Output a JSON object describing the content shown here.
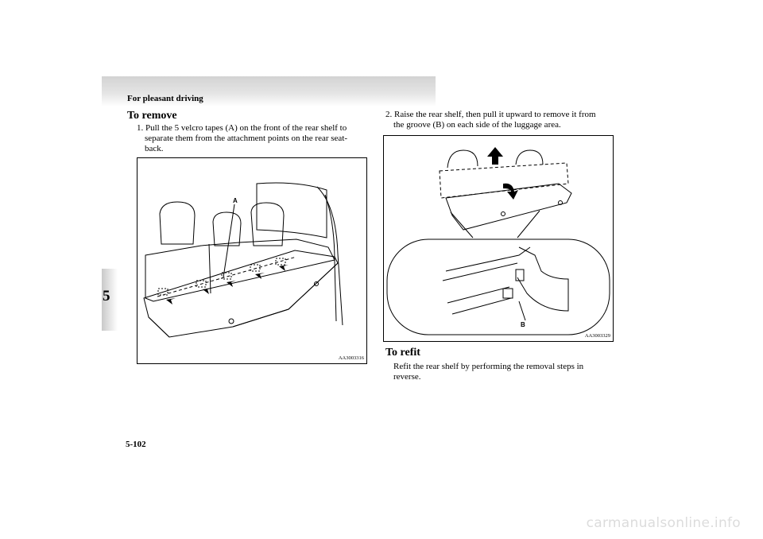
{
  "header": {
    "title": "For pleasant driving"
  },
  "chapter_tab": {
    "number": "5"
  },
  "left_column": {
    "heading": "To remove",
    "step1": {
      "line1": "1. Pull the 5 velcro tapes (A) on the front of the rear shelf to",
      "line2": "separate them from the attachment points on the rear seat-",
      "line3": "back."
    },
    "figure1": {
      "code": "AA3003316",
      "callout_a": "A"
    }
  },
  "right_column": {
    "step2": {
      "line1": "2. Raise the rear shelf, then pull it upward to remove it from",
      "line2": "the groove (B) on each side of the luggage area."
    },
    "figure2": {
      "code": "AA3003329",
      "callout_b": "B"
    },
    "heading": "To refit",
    "refit": {
      "line1": "Refit the rear shelf by performing the removal steps in",
      "line2": "reverse."
    }
  },
  "footer": {
    "page_number": "5-102",
    "watermark": "carmanualsonline.info"
  }
}
